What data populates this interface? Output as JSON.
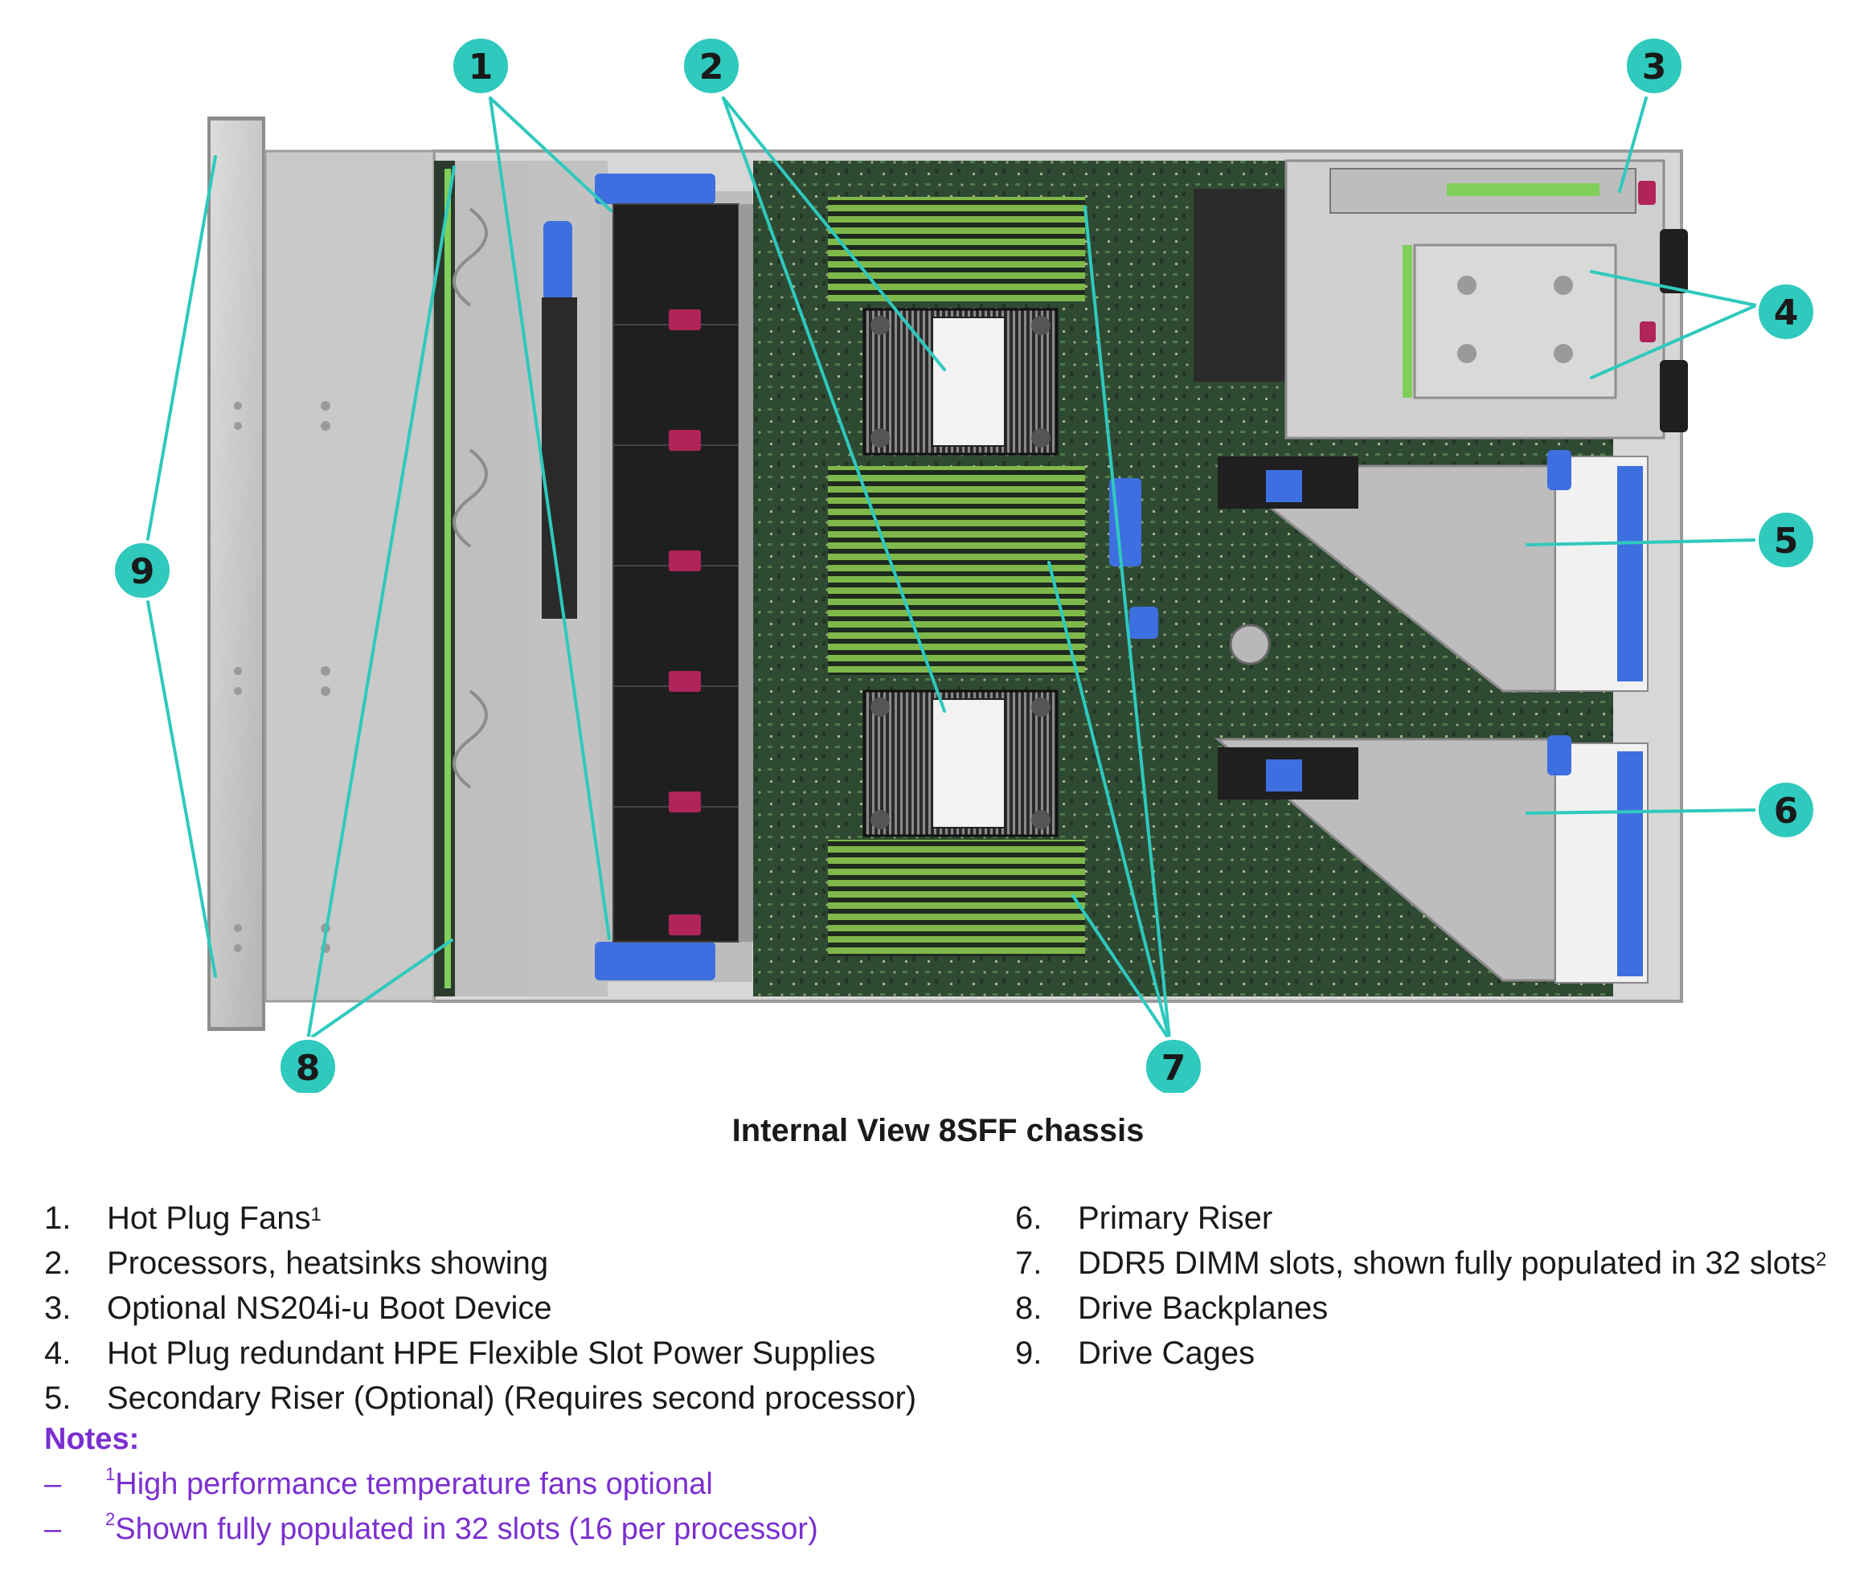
{
  "caption": "Internal View 8SFF chassis",
  "callouts": [
    "1",
    "2",
    "3",
    "4",
    "5",
    "6",
    "7",
    "8",
    "9"
  ],
  "legend_left": [
    {
      "num": "1.",
      "text": "Hot Plug Fans",
      "sup": "1"
    },
    {
      "num": "2.",
      "text": "Processors, heatsinks showing",
      "sup": ""
    },
    {
      "num": "3.",
      "text": "Optional NS204i-u Boot Device",
      "sup": ""
    },
    {
      "num": "4.",
      "text": "Hot Plug redundant HPE Flexible Slot Power Supplies",
      "sup": ""
    },
    {
      "num": "5.",
      "text": "Secondary Riser (Optional) (Requires second processor)",
      "sup": ""
    }
  ],
  "legend_right": [
    {
      "num": "6.",
      "text": "Primary Riser",
      "sup": ""
    },
    {
      "num": "7.",
      "text": "DDR5 DIMM slots, shown fully populated in 32 slots",
      "sup": "2"
    },
    {
      "num": "8.",
      "text": "Drive Backplanes",
      "sup": ""
    },
    {
      "num": "9.",
      "text": "Drive Cages",
      "sup": ""
    }
  ],
  "notes_heading": "Notes:",
  "notes": [
    {
      "dash": "–",
      "sup": "1",
      "text": "High performance temperature fans optional"
    },
    {
      "dash": "–",
      "sup": "2",
      "text": "Shown fully populated in 32 slots (16 per processor)"
    }
  ],
  "colors": {
    "callout": "#2fc9bd",
    "notes": "#7b2fd0",
    "pcb": "#2f4a33",
    "dimm": "#7fb84a",
    "latch": "#3d6fe0",
    "handle": "#b0245a"
  }
}
